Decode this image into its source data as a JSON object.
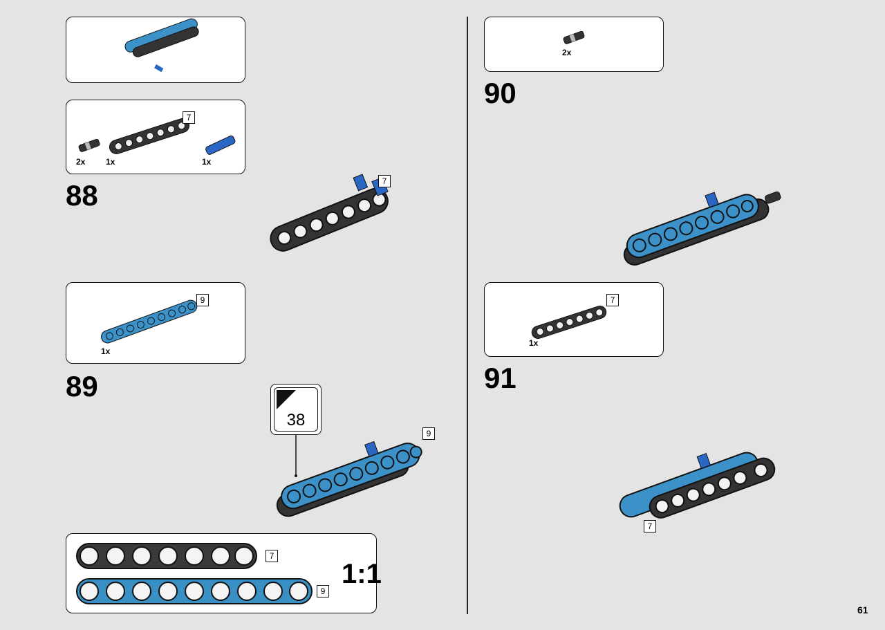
{
  "page": {
    "number": "61"
  },
  "steps": [
    {
      "number": "88",
      "parts": [
        {
          "qty": "2x"
        },
        {
          "qty": "1x",
          "length": "7"
        },
        {
          "qty": "1x"
        }
      ],
      "model_length": "7"
    },
    {
      "number": "89",
      "parts": [
        {
          "qty": "1x",
          "length": "9"
        }
      ],
      "model_length": "9",
      "callout_page": "38"
    },
    {
      "number": "90",
      "parts": [
        {
          "qty": "2x"
        }
      ]
    },
    {
      "number": "91",
      "parts": [
        {
          "qty": "1x",
          "length": "7"
        }
      ],
      "model_length": "7"
    }
  ],
  "scale_guide": {
    "ratio": "1:1",
    "beams": [
      {
        "length": "7",
        "color": "#3a3a3a"
      },
      {
        "length": "9",
        "color": "#3a8fc4"
      }
    ]
  },
  "colors": {
    "black_beam": "#333333",
    "blue_beam": "#3c92c8",
    "blue_pin": "#2a66c4",
    "background": "#e4e4e4"
  }
}
